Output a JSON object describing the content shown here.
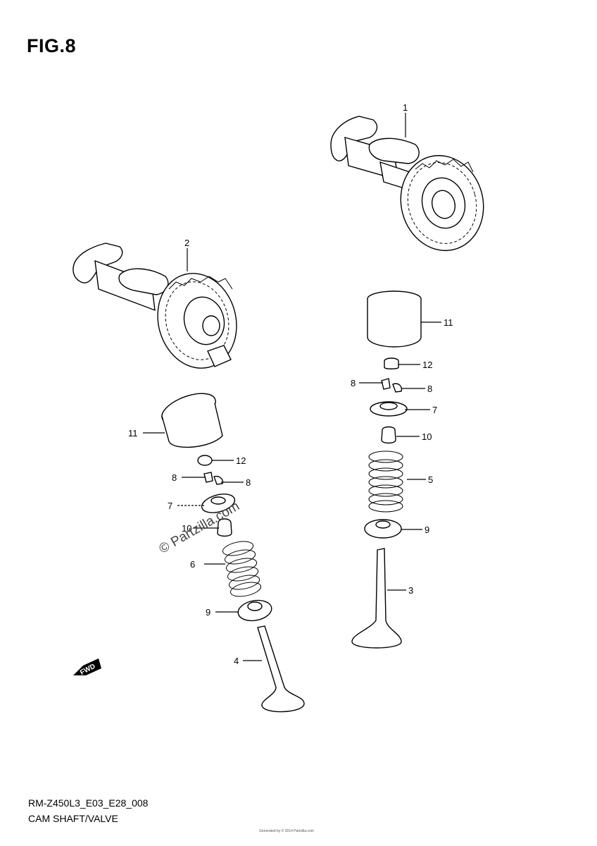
{
  "figure_label": "FIG.8",
  "watermark": "© Partzilla.com",
  "footer": {
    "model_code": "RM-Z450L3_E03_E28_008",
    "caption": "CAM SHAFT/VALVE",
    "note": "Generated by © 2014 Partzilla.com"
  },
  "arrow_text": "FWD",
  "callouts": [
    {
      "id": "c1",
      "text": "1"
    },
    {
      "id": "c2",
      "text": "2"
    },
    {
      "id": "c3",
      "text": "3"
    },
    {
      "id": "c4",
      "text": "4"
    },
    {
      "id": "c5",
      "text": "5"
    },
    {
      "id": "c6",
      "text": "6"
    },
    {
      "id": "c7r",
      "text": "7"
    },
    {
      "id": "c7l",
      "text": "7"
    },
    {
      "id": "c8r1",
      "text": "8"
    },
    {
      "id": "c8r2",
      "text": "8"
    },
    {
      "id": "c8l1",
      "text": "8"
    },
    {
      "id": "c8l2",
      "text": "8"
    },
    {
      "id": "c9r",
      "text": "9"
    },
    {
      "id": "c9l",
      "text": "9"
    },
    {
      "id": "c10r",
      "text": "10"
    },
    {
      "id": "c10l",
      "text": "10"
    },
    {
      "id": "c11r",
      "text": "11"
    },
    {
      "id": "c11l",
      "text": "11"
    },
    {
      "id": "c12r",
      "text": "12"
    },
    {
      "id": "c12l",
      "text": "12"
    }
  ]
}
